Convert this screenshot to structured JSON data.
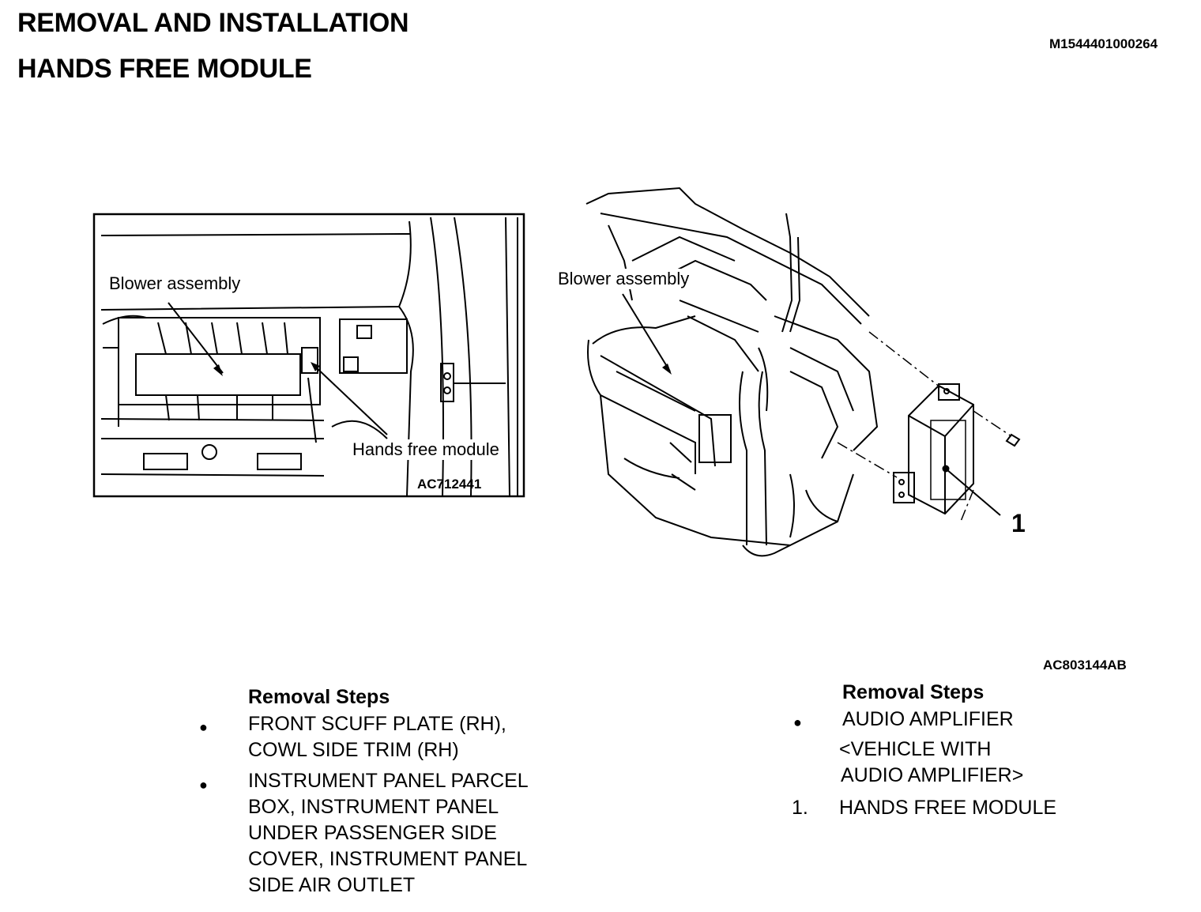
{
  "header": {
    "title_line1": "REMOVAL AND INSTALLATION",
    "title_line2": "HANDS FREE MODULE",
    "doc_id": "M1544401000264"
  },
  "inset_figure": {
    "label_blower": "Blower assembly",
    "label_module": "Hands free module",
    "figure_id": "AC712441"
  },
  "main_figure": {
    "label_blower": "Blower assembly",
    "callout_1": "1",
    "figure_id": "AC803144AB"
  },
  "left_steps": {
    "title": "Removal Steps",
    "items": [
      {
        "marker": "●",
        "lines": [
          "FRONT SCUFF PLATE (RH),",
          "COWL SIDE TRIM (RH)"
        ]
      },
      {
        "marker": "●",
        "lines": [
          "INSTRUMENT PANEL PARCEL",
          "BOX, INSTRUMENT PANEL",
          "UNDER PASSENGER SIDE",
          "COVER, INSTRUMENT PANEL",
          "SIDE AIR OUTLET"
        ]
      }
    ]
  },
  "right_steps": {
    "title": "Removal Steps",
    "items": [
      {
        "marker": "●",
        "lines": [
          "AUDIO AMPLIFIER",
          "<VEHICLE WITH",
          "AUDIO AMPLIFIER>"
        ]
      },
      {
        "marker": "1.",
        "lines": [
          "HANDS FREE MODULE"
        ]
      }
    ]
  }
}
